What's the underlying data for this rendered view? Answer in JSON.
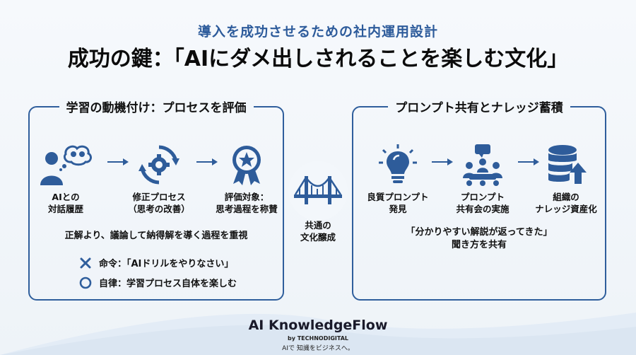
{
  "header": {
    "subtitle": "導入を成功させるための社内運用設計",
    "title": "成功の鍵：「AIにダメ出しされることを楽しむ文化」"
  },
  "left_panel": {
    "title": "学習の動機付け：プロセスを評価",
    "steps": [
      {
        "label": "AIとの\n対話履歴",
        "icon": "person-thinking-icon"
      },
      {
        "label": "修正プロセス\n（思考の改善）",
        "icon": "refresh-gear-icon"
      },
      {
        "label": "評価対象：\n思考過程を称賛",
        "icon": "award-badge-icon"
      }
    ],
    "note": "正解より、議論して納得解を導く過程を重視",
    "rules": [
      {
        "mark": "cross-icon",
        "text": "命令：「AIドリルをやりなさい」"
      },
      {
        "mark": "circle-icon",
        "text": "自律：学習プロセス自体を楽しむ"
      }
    ]
  },
  "bridge": {
    "icon": "bridge-icon",
    "label": "共通の\n文化醸成"
  },
  "right_panel": {
    "title": "プロンプト共有とナレッジ蓄積",
    "steps": [
      {
        "label": "良質プロンプト\n発見",
        "icon": "lightbulb-icon"
      },
      {
        "label": "プロンプト\n共有会の実施",
        "icon": "meeting-icon"
      },
      {
        "label": "組織の\nナレッジ資産化",
        "icon": "database-icon"
      }
    ],
    "note": "「分かりやすい解説が返ってきた」\n聞き方を共有"
  },
  "footer": {
    "brand": "AI KnowledgeFlow",
    "by": "by TECHNODIGITAL",
    "tagline": "AIで 知識をビジネスへ。"
  },
  "colors": {
    "accent": "#2f5e9c",
    "icon": "#2e5c9a",
    "subtitle": "#2d5b9b",
    "cross": "#2f5e9c"
  }
}
